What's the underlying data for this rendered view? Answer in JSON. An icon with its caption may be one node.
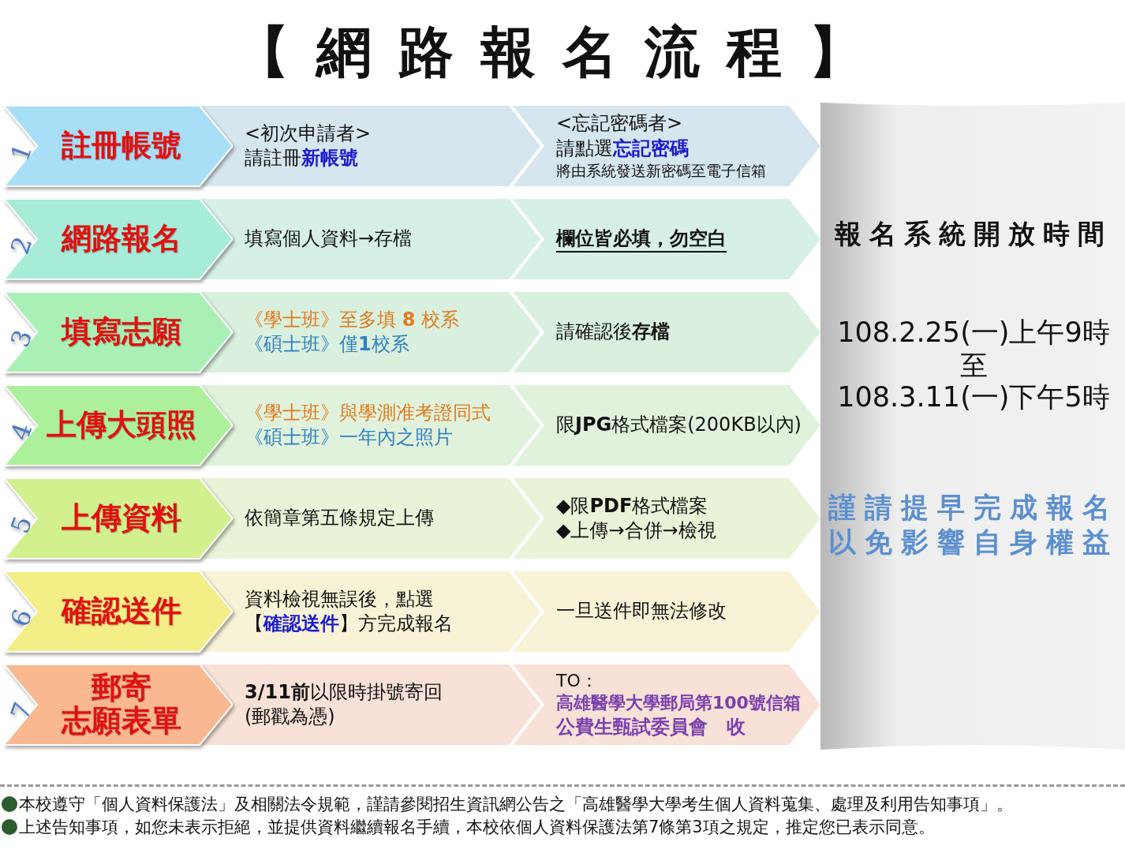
{
  "diagram": {
    "title": "【網路報名流程】",
    "nodes": [
      {
        "text": [
          "1",
          "註冊帳號"
        ]
      },
      {
        "text": [
          "<初次申請者>",
          "請註冊**新帳號**"
        ]
      },
      {
        "text": [
          "<忘記密碼者>",
          "請點選**忘記密碼**",
          "將由系統發送新密碼至電子信箱"
        ]
      },
      {
        "text": [
          "2",
          "網路報名"
        ]
      },
      {
        "text": [
          "填寫個人資料→存檔"
        ]
      },
      {
        "text": [
          "欄位皆必填，勿空白"
        ]
      },
      {
        "text": [
          "3",
          "填寫志願"
        ]
      },
      {
        "text": [
          "《學士班》至多填 **8** 校系",
          "《碩士班》僅**1**校系"
        ]
      },
      {
        "text": [
          "請確認後**存檔**"
        ]
      },
      {
        "text": [
          "4",
          "上傳大頭照"
        ]
      },
      {
        "text": [
          "《學士班》與學測准考證同式",
          "《碩士班》一年內之照片"
        ]
      },
      {
        "text": [
          "限**JPG**格式檔案(200KB以內)"
        ]
      },
      {
        "text": [
          "5",
          "上傳資料"
        ]
      },
      {
        "text": [
          "依簡章第五條規定上傳"
        ]
      },
      {
        "text": [
          "◆限**PDF**格式檔案",
          "◆上傳→合併→檢視"
        ]
      },
      {
        "text": [
          "6",
          "確認送件"
        ]
      },
      {
        "text": [
          "資料檢視無誤後，點選【**確認送件**】方完成報名"
        ]
      },
      {
        "text": [
          "一旦送件即無法修改"
        ]
      },
      {
        "text": [
          "7",
          "郵寄",
          "志願表單"
        ]
      },
      {
        "text": [
          "**3/11前**以限時掛號寄回",
          "(郵戳為憑)"
        ]
      },
      {
        "text": [
          "TO：",
          "高雄醫學大學郵局第100號信箱",
          "公費生甄試委員會　收"
        ]
      },
      {
        "text": [
          "報名系統開放時間",
          "108.2.25(一)上午9時",
          "至",
          "108.3.11(一)下午5時",
          "謹請提早完成報名以免影響自身權益"
        ]
      }
    ],
    "labels": [
      "本校遵守「個人資料保護法」及相關法令規範，謹請參閱招生資訊網公告之「高雄醫學大學考生個人資料蒐集、處理及利用告知事項」。",
      "上述告知事項，如您未表示拒絕，並提供資料繼續報名手續，本校依個人資料保護法第7條第3項之規定，推定您已表示同意。"
    ]
  }
}
